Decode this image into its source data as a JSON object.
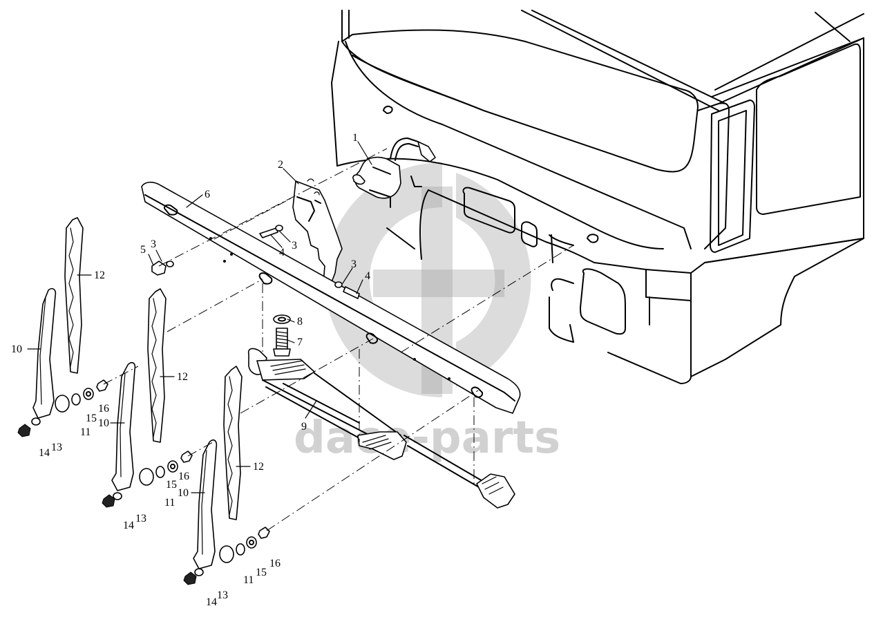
{
  "watermark": {
    "text": "dace-parts",
    "color": "#9a9a9a"
  },
  "labels": [
    {
      "id": "1",
      "text": "1"
    },
    {
      "id": "2",
      "text": "2"
    },
    {
      "id": "3a",
      "text": "3"
    },
    {
      "id": "3b",
      "text": "3"
    },
    {
      "id": "3c",
      "text": "3"
    },
    {
      "id": "4a",
      "text": "4"
    },
    {
      "id": "4b",
      "text": "4"
    },
    {
      "id": "5",
      "text": "5"
    },
    {
      "id": "6",
      "text": "6"
    },
    {
      "id": "7",
      "text": "7"
    },
    {
      "id": "8",
      "text": "8"
    },
    {
      "id": "9",
      "text": "9"
    },
    {
      "id": "10a",
      "text": "10"
    },
    {
      "id": "10b",
      "text": "10"
    },
    {
      "id": "10c",
      "text": "10"
    },
    {
      "id": "11a",
      "text": "11"
    },
    {
      "id": "11b",
      "text": "11"
    },
    {
      "id": "11c",
      "text": "11"
    },
    {
      "id": "12a",
      "text": "12"
    },
    {
      "id": "12b",
      "text": "12"
    },
    {
      "id": "12c",
      "text": "12"
    },
    {
      "id": "13a",
      "text": "13"
    },
    {
      "id": "13b",
      "text": "13"
    },
    {
      "id": "13c",
      "text": "13"
    },
    {
      "id": "14a",
      "text": "14"
    },
    {
      "id": "14b",
      "text": "14"
    },
    {
      "id": "14c",
      "text": "14"
    },
    {
      "id": "15a",
      "text": "15"
    },
    {
      "id": "15b",
      "text": "15"
    },
    {
      "id": "15c",
      "text": "15"
    },
    {
      "id": "16a",
      "text": "16"
    },
    {
      "id": "16b",
      "text": "16"
    },
    {
      "id": "16c",
      "text": "16"
    }
  ]
}
